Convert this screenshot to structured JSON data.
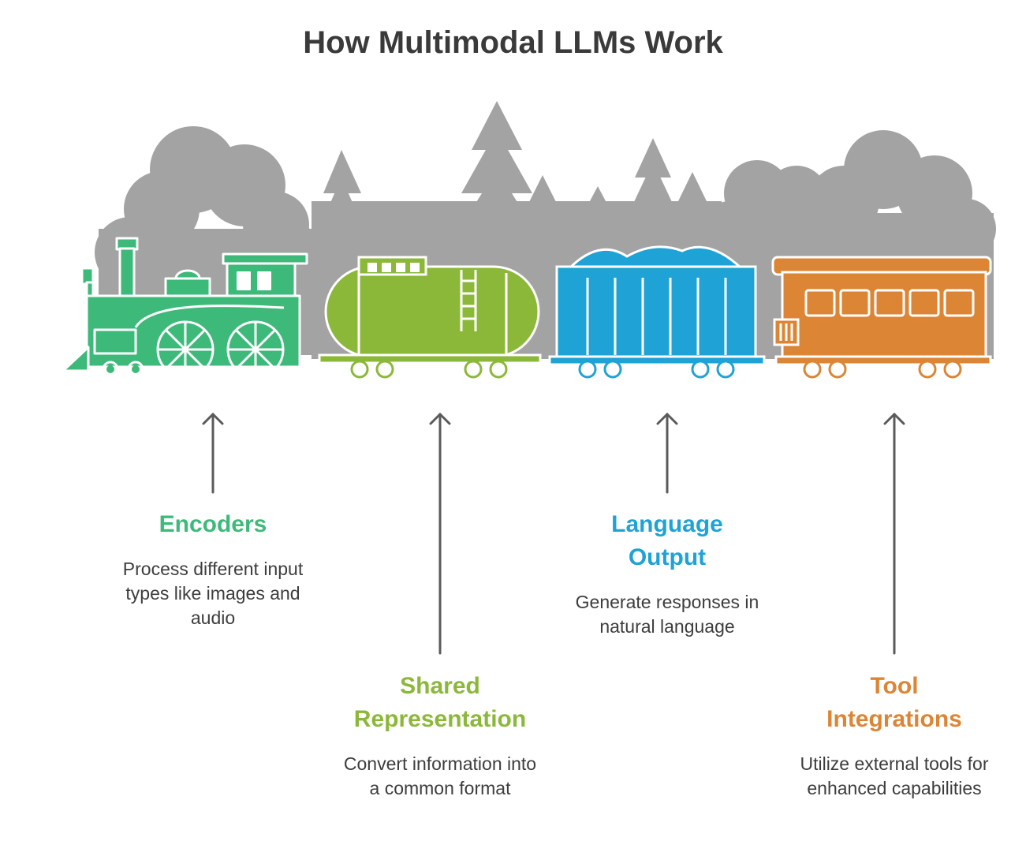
{
  "title": "How Multimodal LLMs Work",
  "stages": [
    {
      "label": "Encoders",
      "description": "Process different input types like images and audio",
      "color": "#3dba7a",
      "vehicle": "locomotive-icon"
    },
    {
      "label": "Shared Representation",
      "description": "Convert information into a common format",
      "color": "#8cb83a",
      "vehicle": "tank-car-icon"
    },
    {
      "label": "Language Output",
      "description": "Generate responses in natural language",
      "color": "#1fa3d6",
      "vehicle": "hopper-car-icon"
    },
    {
      "label": "Tool Integrations",
      "description": "Utilize external tools for enhanced capabilities",
      "color": "#dc8534",
      "vehicle": "passenger-car-icon"
    }
  ],
  "background_color": "#a3a3a3"
}
